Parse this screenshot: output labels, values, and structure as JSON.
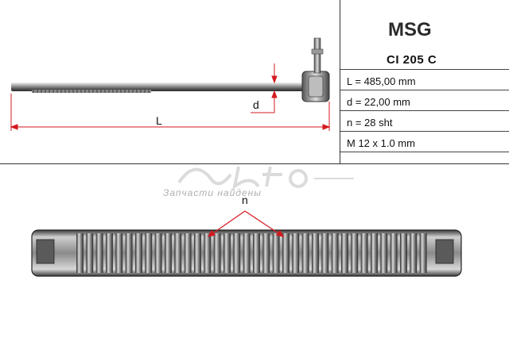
{
  "brand": {
    "logo_text": "MSG",
    "accent": "#d4191f"
  },
  "part": {
    "code": "CI 205 C"
  },
  "specs": [
    {
      "label": "L = 485,00 mm"
    },
    {
      "label": "d = 22,00 mm"
    },
    {
      "label": "n = 28 sht"
    },
    {
      "label": "M 12 x 1.0 mm"
    }
  ],
  "dimensions": {
    "length_label": "L",
    "diameter_label": "d",
    "teeth_label": "n"
  },
  "watermark": {
    "text": "Запчасти найдены"
  }
}
